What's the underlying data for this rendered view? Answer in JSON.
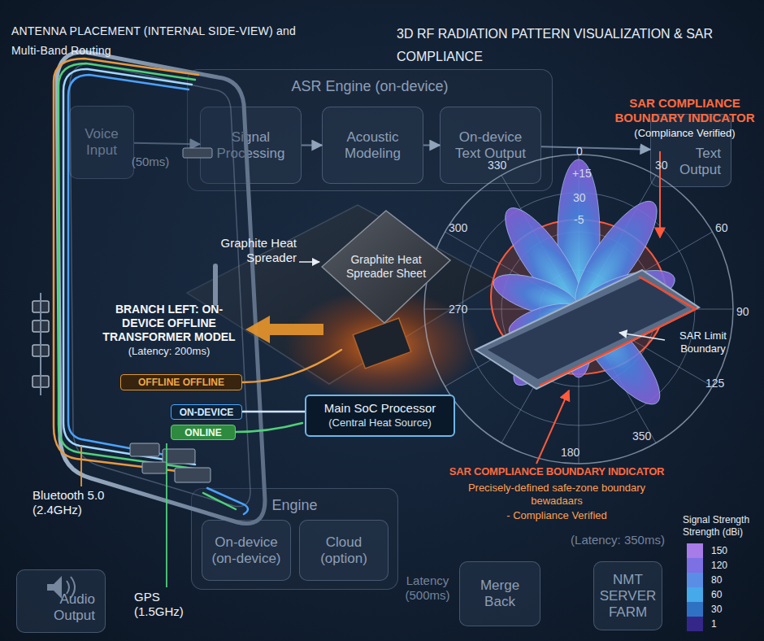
{
  "diagram": {
    "title": "ANTENNA PLACEMENT (INTERNAL SIDE-VIEW) and Multi-Band Routing",
    "nodes": [
      {
        "text": [
          "Voice Input"
        ]
      },
      {
        "text": [
          "ASR Engine (on-device)"
        ]
      },
      {
        "text": [
          "Signal Processing"
        ],
        "in": 1
      },
      {
        "text": [
          "Acoustic Modeling"
        ],
        "in": 1
      },
      {
        "text": [
          "On-device Text Output"
        ],
        "in": 1
      },
      {
        "text": [
          "Text Output"
        ]
      },
      {
        "text": [
          "Graphite Heat Spreader Sheet"
        ]
      },
      {
        "text": [
          "OFFLINE OFFLINE"
        ]
      },
      {
        "text": [
          "ON-DEVICE"
        ]
      },
      {
        "text": [
          "ONLINE"
        ]
      },
      {
        "text": [
          "Main SoC Processor",
          "(Central Heat Source)"
        ]
      },
      {
        "text": [
          "Engine"
        ]
      },
      {
        "text": [
          "On-device (on-device)"
        ],
        "in": 11
      },
      {
        "text": [
          "Cloud (option)"
        ],
        "in": 11
      },
      {
        "text": [
          "Audio Output"
        ]
      },
      {
        "text": [
          "Merge Back"
        ]
      },
      {
        "text": [
          "NMT SERVER FARM"
        ]
      }
    ],
    "edges": [
      {
        "from": 0,
        "to": 2,
        "arrow": "to"
      },
      {
        "from": 2,
        "to": 3,
        "arrow": "to"
      },
      {
        "from": 3,
        "to": 4,
        "arrow": "to"
      },
      {
        "from": 4,
        "to": 5,
        "arrow": "to"
      }
    ],
    "labels": [
      "3D RF RADIATION PATTERN VISUALIZATION & SAR COMPLIANCE",
      "(50ms)",
      "Graphite Heat Spreader",
      "BRANCH LEFT: ON-DEVICE OFFLINE TRANSFORMER MODEL",
      "(Latency: 200ms)",
      "Bluetooth 5.0 (2.4GHz)",
      "GPS (1.5GHz)",
      "SAR COMPLIANCE BOUNDARY INDICATOR",
      "(Compliance Verified)",
      "0",
      "330",
      "30",
      "+15",
      "30",
      "-5",
      "300",
      "60",
      "270",
      "90",
      "125",
      "180",
      "350",
      "SAR Limit Boundary",
      "SAR COMPLIANCE BOUNDARY INDICATOR",
      "Precisely-defined safe-zone boundary bewadaars",
      "- Compliance Verified",
      "(Latency: 350ms)",
      "Latency (500ms)",
      "Signal Strength Strength (dBi)"
    ],
    "legend": [
      {
        "text": "150",
        "color": "#a77be8"
      },
      {
        "text": "120",
        "color": "#7d6fe4"
      },
      {
        "text": "80",
        "color": "#5a8ee6"
      },
      {
        "text": "60",
        "color": "#45a9ea"
      },
      {
        "text": "30",
        "color": "#2f72c4"
      },
      {
        "text": "1",
        "color": "#35278a"
      }
    ]
  }
}
